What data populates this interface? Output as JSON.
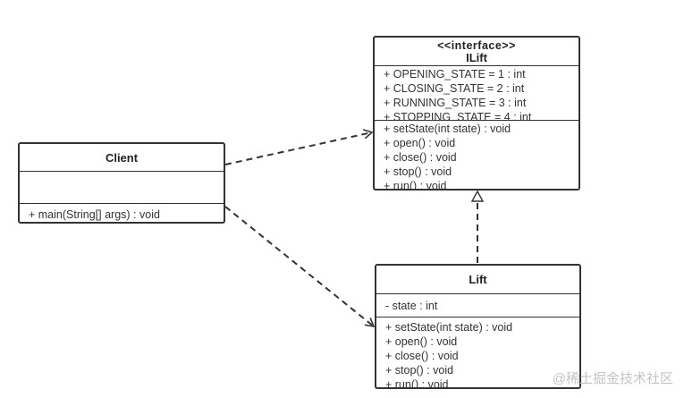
{
  "classes": {
    "client": {
      "name": "Client",
      "attributes": [],
      "operations": [
        "+ main(String[] args) : void"
      ]
    },
    "ilift": {
      "stereotype": "<<interface>>",
      "name": "ILift",
      "attributes": [
        "+ OPENING_STATE = 1 : int",
        "+ CLOSING_STATE = 2 : int",
        "+ RUNNING_STATE = 3 : int",
        "+ STOPPING_STATE = 4 : int"
      ],
      "operations": [
        "+ setState(int state) : void",
        "+ open() : void",
        "+ close() : void",
        "+ stop() : void",
        "+ run() : void"
      ]
    },
    "lift": {
      "name": "Lift",
      "attributes": [
        "- state : int"
      ],
      "operations": [
        "+ setState(int state) : void",
        "+ open() : void",
        "+ close() : void",
        "+ stop() : void",
        "+ run() : void"
      ]
    }
  },
  "relations": [
    {
      "from": "Client",
      "to": "ILift",
      "type": "dependency"
    },
    {
      "from": "Client",
      "to": "Lift",
      "type": "dependency"
    },
    {
      "from": "Lift",
      "to": "ILift",
      "type": "realization"
    }
  ],
  "colors": {
    "line": "#333333",
    "watermark": "#c4c4c4"
  },
  "watermark": "@稀土掘金技术社区"
}
